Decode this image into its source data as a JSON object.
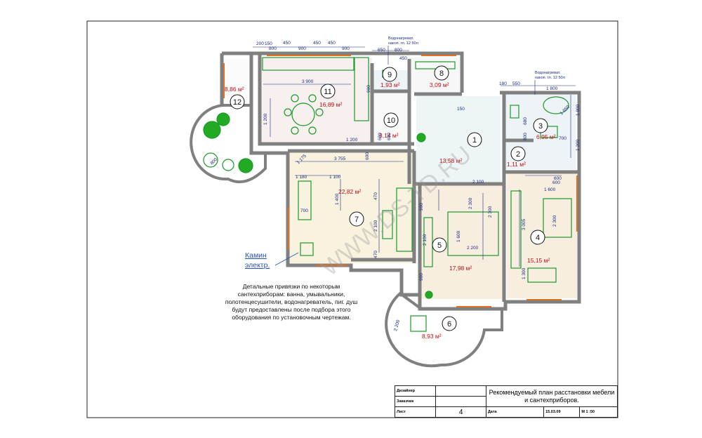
{
  "plan": {
    "rooms": [
      {
        "num": "1",
        "area": "13,58 м²"
      },
      {
        "num": "2",
        "area": "1,11 м²"
      },
      {
        "num": "3",
        "area": "6,95 м²"
      },
      {
        "num": "4",
        "area": "15,15 м²"
      },
      {
        "num": "5",
        "area": "17,98 м²"
      },
      {
        "num": "6",
        "area": "8,93 м²"
      },
      {
        "num": "7",
        "area": "22,82 м²"
      },
      {
        "num": "8",
        "area": "3,09 м²"
      },
      {
        "num": "9",
        "area": "1,93 м²"
      },
      {
        "num": "10",
        "area": "3,14 м²"
      },
      {
        "num": "11",
        "area": "16,89 м²"
      },
      {
        "num": "12",
        "area": "8,86 м²"
      }
    ],
    "dimensions": {
      "top_run": [
        "200",
        "150",
        "800",
        "450",
        "900",
        "450",
        "450",
        "900"
      ],
      "kitchen_width": "3 900",
      "kitchen_side": "1 200",
      "kitchen_table": "1 200",
      "wc9_top": [
        "650",
        "800"
      ],
      "wc9_a": "450",
      "wc9_b": "900",
      "d150": "150",
      "bath_top": [
        "180",
        "550",
        "1 800"
      ],
      "bath_a": "680",
      "bath_b": "800",
      "bath_c": "1 800",
      "bath_d": "1 200",
      "bath_e": "700",
      "bath_f": "1 650",
      "r10_a": "600",
      "r10_b": "600",
      "living_a": "1 175",
      "living_b": "3 755",
      "living_c": "600",
      "living_d": "1 180",
      "living_e": "1 100",
      "living_f": "1 400",
      "living_g": "700",
      "living_h": "470",
      "living_i": "2 100",
      "living_j": "470",
      "bed_a": "900",
      "bed_b": "2 300",
      "bed_c": "1 600",
      "bed_d": "2 100",
      "bed_e": "2 200",
      "bed_f": "900",
      "bed_g": "2 300",
      "r4_a": "1 600",
      "r4_b": "600",
      "r4_c": "3 005",
      "r4_d": "2 300",
      "r4_e": "1 300",
      "balc6": "2 200",
      "balc12": "800",
      "r1_a": "2 100",
      "r1_b": "600"
    },
    "boiler_label_1": "Водонагреват.",
    "boiler_label_2": "накоп. гл. 12 50л",
    "boiler_label_3": "Водонагреват.",
    "boiler_label_4": "накоп. гл. 12 50л",
    "fireplace_1": "Камин",
    "fireplace_2": "электр.",
    "note": "Детальные привязки по некоторым сантехприборам: ванна, умывальники, полотенцесушители, водонагреватель, пиг. душ будут предоставлены после подбора этого оборудования по установочным чертежам.",
    "watermark": "WWW.DS-TD.RU"
  },
  "stamp": {
    "designer_label": "Дизайнер",
    "client_label": "Заказчик",
    "sheet_label": "Лист",
    "sheet_value": "4",
    "title": "Рекомендуемый план расстановки мебели и сантехприборов.",
    "date_label": "Дата",
    "date_value": "15.03.09",
    "scale_value": "М 1 :50"
  },
  "colors": {
    "wall": "#808080",
    "furniture": "#1a9a2a",
    "dims": "#1a2a80",
    "area": "#c01010",
    "window": "#e07020",
    "floor_tile": "#f7efe0",
    "floor_wet": "#eef3f7",
    "watermark": "#999999"
  }
}
